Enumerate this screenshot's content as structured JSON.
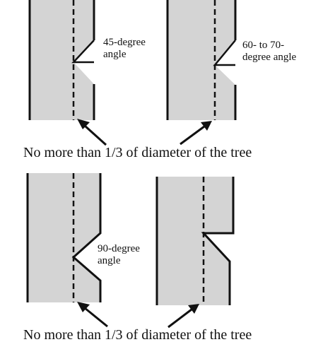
{
  "panels": {
    "top_left": {
      "angle_label_line1": "45-degree",
      "angle_label_line2": "angle"
    },
    "top_right": {
      "angle_label_line1": "60- to 70-",
      "angle_label_line2": "degree angle"
    },
    "bottom_left": {
      "angle_label_line1": "90-degree",
      "angle_label_line2": "angle"
    }
  },
  "captions": {
    "top": "No more than 1/3 of diameter of the tree",
    "bottom": "No more than 1/3 of diameter of the tree"
  }
}
